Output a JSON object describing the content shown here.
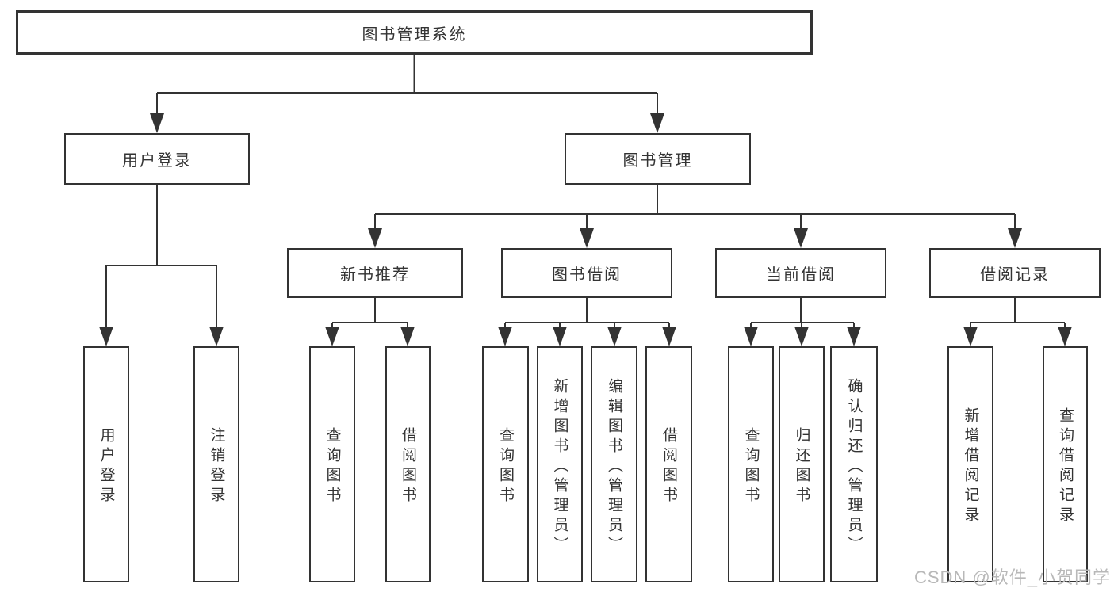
{
  "tree": {
    "root": {
      "label": "图书管理系统",
      "children": [
        {
          "label": "用户登录",
          "children": [
            {
              "label": "用户登录"
            },
            {
              "label": "注销登录"
            }
          ]
        },
        {
          "label": "图书管理",
          "children": [
            {
              "label": "新书推荐",
              "children": [
                {
                  "label": "查询图书"
                },
                {
                  "label": "借阅图书"
                }
              ]
            },
            {
              "label": "图书借阅",
              "children": [
                {
                  "label": "查询图书"
                },
                {
                  "label": "新增图书（管理员）"
                },
                {
                  "label": "编辑图书（管理员）"
                },
                {
                  "label": "借阅图书"
                }
              ]
            },
            {
              "label": "当前借阅",
              "children": [
                {
                  "label": "查询图书"
                },
                {
                  "label": "归还图书"
                },
                {
                  "label": "确认归还（管理员）"
                }
              ]
            },
            {
              "label": "借阅记录",
              "children": [
                {
                  "label": "新增借阅记录"
                },
                {
                  "label": "查询借阅记录"
                }
              ]
            }
          ]
        }
      ]
    }
  },
  "watermark": "CSDN @软件_小贺同学",
  "colors": {
    "line": "#333333",
    "node_border": "#333333",
    "node_background": "#ffffff",
    "text": "#333333",
    "watermark_text": "#b8b8b8",
    "page_background": "#ffffff"
  }
}
